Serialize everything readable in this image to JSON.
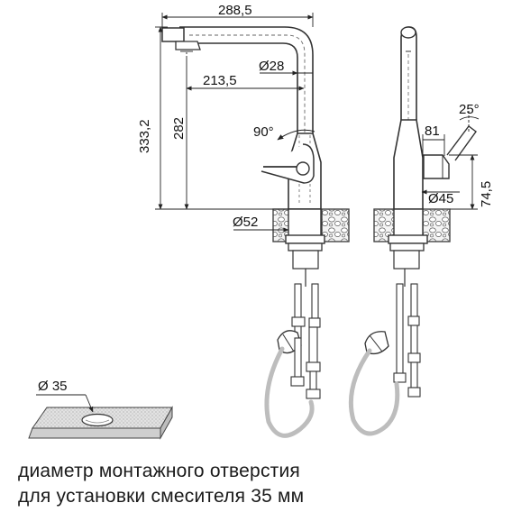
{
  "dimensions": {
    "total_reach": "288,5",
    "spout_reach": "213,5",
    "spout_diameter": "Ø28",
    "total_height": "333,2",
    "spout_height": "282",
    "lever_angle": "90°",
    "base_diameter": "Ø52",
    "handle_offset": "81",
    "handle_tilt": "25°",
    "body_diameter": "Ø45",
    "handle_height": "74,5",
    "hole_diameter": "Ø 35"
  },
  "caption": {
    "line1": "диаметр монтажного отверстия",
    "line2": "для установки смесителя 35 мм"
  }
}
